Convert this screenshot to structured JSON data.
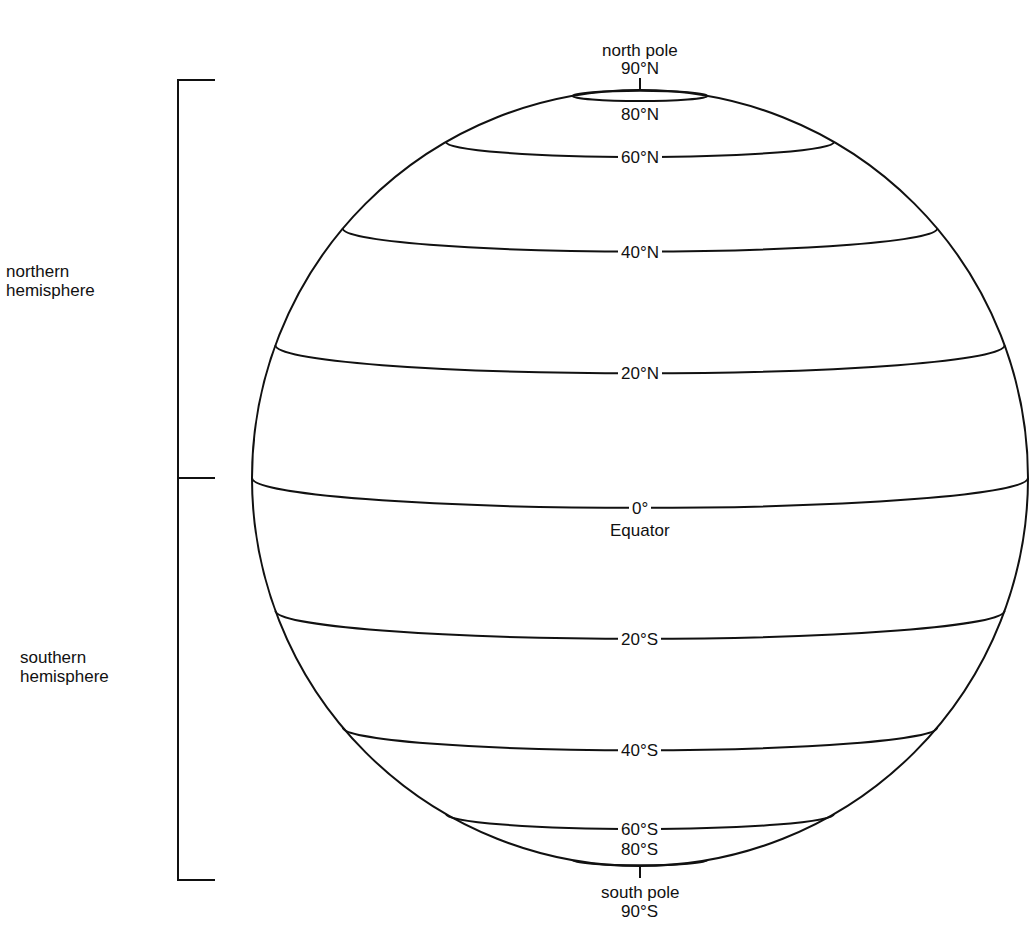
{
  "diagram": {
    "labels": [
      "north pole",
      "90°N",
      "80°N",
      "60°N",
      "40°N",
      "20°N",
      "0°",
      "Equator",
      "20°S",
      "40°S",
      "60°S",
      "80°S",
      "south pole",
      "90°S",
      "northern hemisphere",
      "southern hemisphere"
    ]
  }
}
